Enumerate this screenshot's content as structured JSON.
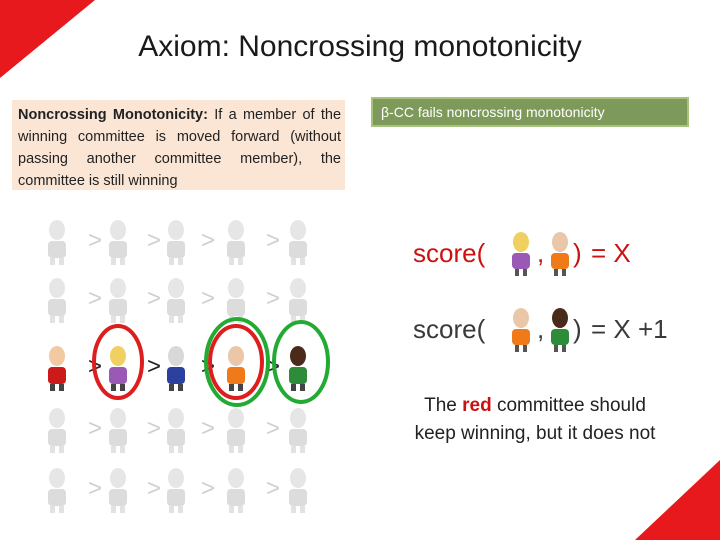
{
  "title": "Axiom: Noncrossing monotonicity",
  "definition": {
    "term": "Noncrossing Monotonicity:",
    "text": " If a member of the winning committee is moved forward (without passing another committee member), the committee is still winning"
  },
  "beta_box": "β-CC fails noncrossing monotonicity",
  "ranking_rows": [
    {
      "separator": ">",
      "faded": true
    },
    {
      "separator": ">",
      "faded": true
    },
    {
      "separator": ">",
      "faded": false
    },
    {
      "separator": ">",
      "faded": true
    },
    {
      "separator": ">",
      "faded": true
    }
  ],
  "score_lines": [
    {
      "prefix": "score(",
      "comma": ",",
      "suffix": ")",
      "equals": "= X"
    },
    {
      "prefix": "score(",
      "comma": ",",
      "suffix": ")",
      "equals": "= X +1"
    }
  ],
  "conclusion": {
    "before": "The ",
    "highlight": "red",
    "after_line1": " committee should",
    "line2": "keep winning, but it does not"
  },
  "colors": {
    "red_accent": "#e8191c",
    "red_circle": "#dd1e1e",
    "green_circle": "#22aa33",
    "beta_box": "#7e9a5a",
    "definition_bg": "#fbe6d6"
  }
}
